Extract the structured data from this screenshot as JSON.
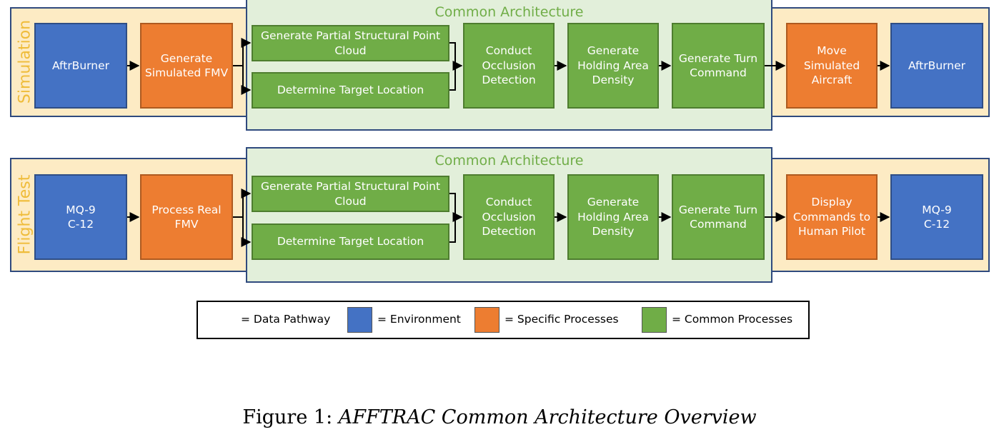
{
  "colors": {
    "environment": "#4472c4",
    "specific": "#ed7d31",
    "common": "#70ad47",
    "band_fill": "#fdebc4",
    "common_fill": "#e2efda",
    "border": "#2f4a7e",
    "side_label": "#efbc3a"
  },
  "simulation": {
    "side_label": "Simulation",
    "arch_title": "Common Architecture",
    "env_start": "AftrBurner",
    "specific_in": "Generate Simulated FMV",
    "point_cloud": "Generate Partial Structural Point Cloud",
    "target_location": "Determine Target Location",
    "occlusion": "Conduct Occlusion Detection",
    "holding": "Generate Holding Area Density",
    "turn": "Generate Turn Command",
    "specific_out": "Move Simulated Aircraft",
    "env_end": "AftrBurner"
  },
  "flight_test": {
    "side_label": "Flight Test",
    "arch_title": "Common Architecture",
    "env_start": "MQ-9\nC-12",
    "specific_in": "Process Real FMV",
    "point_cloud": "Generate Partial Structural Point Cloud",
    "target_location": "Determine Target Location",
    "occlusion": "Conduct Occlusion Detection",
    "holding": "Generate Holding Area Density",
    "turn": "Generate Turn Command",
    "specific_out": "Display Commands to Human Pilot",
    "env_end": "MQ-9\nC-12"
  },
  "legend": {
    "data_pathway": "= Data Pathway",
    "environment": "= Environment",
    "specific": "= Specific Processes",
    "common": "= Common Processes"
  },
  "caption": {
    "prefix": "Figure 1:",
    "title": "AFFTRAC Common Architecture Overview"
  }
}
